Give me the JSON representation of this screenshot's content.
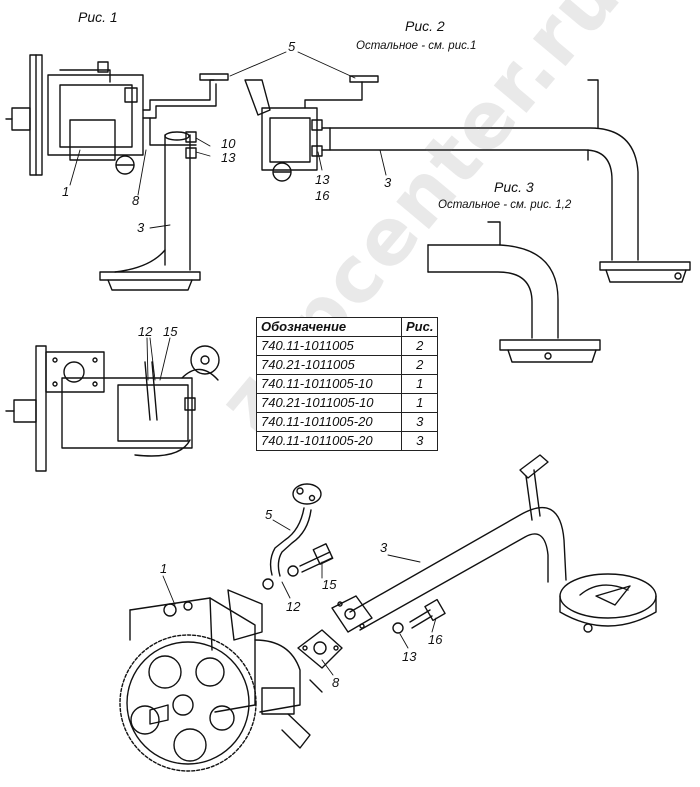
{
  "figures": [
    {
      "caption": "Рис. 1",
      "note": ""
    },
    {
      "caption": "Рис. 2",
      "note": "Остальное - см. рис.1"
    },
    {
      "caption": "Рис. 3",
      "note": "Остальное - см. рис. 1,2"
    }
  ],
  "callouts": {
    "f1": [
      "1",
      "8",
      "10",
      "13",
      "3"
    ],
    "f2": [
      "5",
      "13",
      "16",
      "3"
    ],
    "detail": [
      "12",
      "15"
    ],
    "exploded": [
      "5",
      "1",
      "12",
      "15",
      "3",
      "8",
      "13",
      "16"
    ]
  },
  "table": {
    "headers": [
      "Обозначение",
      "Рис."
    ],
    "rows": [
      [
        "740.11-1011005",
        "2"
      ],
      [
        "740.21-1011005",
        "2"
      ],
      [
        "740.11-1011005-10",
        "1"
      ],
      [
        "740.21-1011005-10",
        "1"
      ],
      [
        "740.11-1011005-20",
        "3"
      ],
      [
        "740.11-1011005-20",
        "3"
      ]
    ]
  },
  "watermark": "zapcenter.ru",
  "colors": {
    "ink": "#111111",
    "paper": "#ffffff"
  }
}
